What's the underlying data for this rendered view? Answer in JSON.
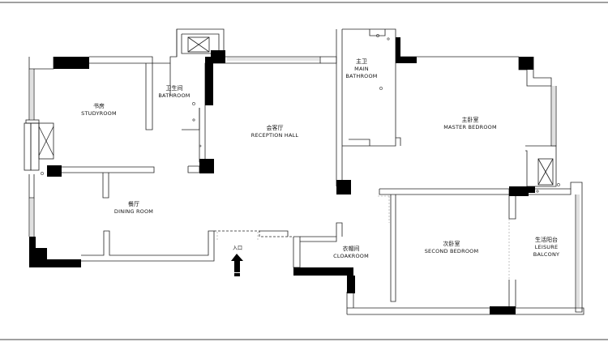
{
  "rooms": {
    "study": {
      "zh": "书房",
      "en": "STUDYROOM"
    },
    "bath": {
      "zh": "卫生间",
      "en": "BATHROOM"
    },
    "reception": {
      "zh": "会客厅",
      "en": "RECEPTION HALL"
    },
    "main_bath": {
      "zh": "主卫",
      "en": "MAIN BATHROOM"
    },
    "master": {
      "zh": "主卧室",
      "en": "MASTER BEDROOM"
    },
    "dining": {
      "zh": "餐厅",
      "en": "DINING ROOM"
    },
    "cloak": {
      "zh": "衣帽间",
      "en": "CLOAKROOM"
    },
    "second": {
      "zh": "次卧室",
      "en": "SECOND BEDROOM"
    },
    "leisure": {
      "zh": "生活阳台",
      "en": "LEISURE BALCONY"
    }
  },
  "entrance": {
    "label": "入口"
  },
  "colors": {
    "wall": "#000000",
    "line": "#333333",
    "background": "#ffffff"
  }
}
